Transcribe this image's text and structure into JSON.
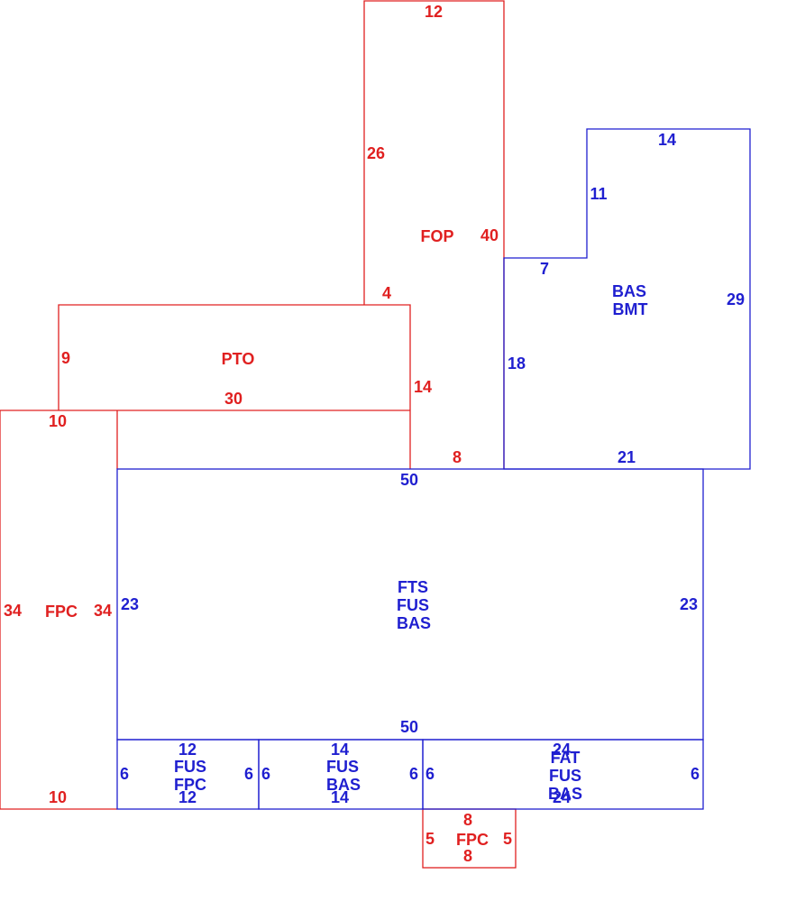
{
  "colors": {
    "outbuilding": "#e02020",
    "living": "#1f1fd0",
    "background": "#ffffff"
  },
  "fop": {
    "code": "FOP",
    "top": "12",
    "left": "26",
    "right": "40",
    "bottom": "4"
  },
  "pto": {
    "code": "PTO",
    "left": "9",
    "bottom": "30",
    "right": "14"
  },
  "fpc_left": {
    "code": "FPC",
    "top": "10",
    "outer": "34",
    "inner": "34",
    "bottom": "10"
  },
  "bas_bmt": {
    "codes": [
      "BAS",
      "BMT"
    ],
    "top": "14",
    "step_side": "11",
    "step_top": "7",
    "right": "29",
    "left": "18",
    "bottom": "21"
  },
  "shared_edge": "8",
  "main": {
    "codes": [
      "FTS",
      "FUS",
      "BAS"
    ],
    "top": "50",
    "left": "23",
    "right": "23",
    "bottom": "50"
  },
  "section1": {
    "codes": [
      "FUS",
      "FPC"
    ],
    "top": "12",
    "bottom": "12",
    "left": "6",
    "right": "6"
  },
  "section2": {
    "codes": [
      "FUS",
      "BAS"
    ],
    "top": "14",
    "bottom": "14",
    "left": "6",
    "right": "6"
  },
  "section3": {
    "codes": [
      "FAT",
      "FUS",
      "BAS"
    ],
    "top": "24",
    "bottom": "24",
    "left": "6",
    "right": "6"
  },
  "fpc_small": {
    "code": "FPC",
    "top": "8",
    "left": "5",
    "right": "5",
    "bottom": "8"
  }
}
